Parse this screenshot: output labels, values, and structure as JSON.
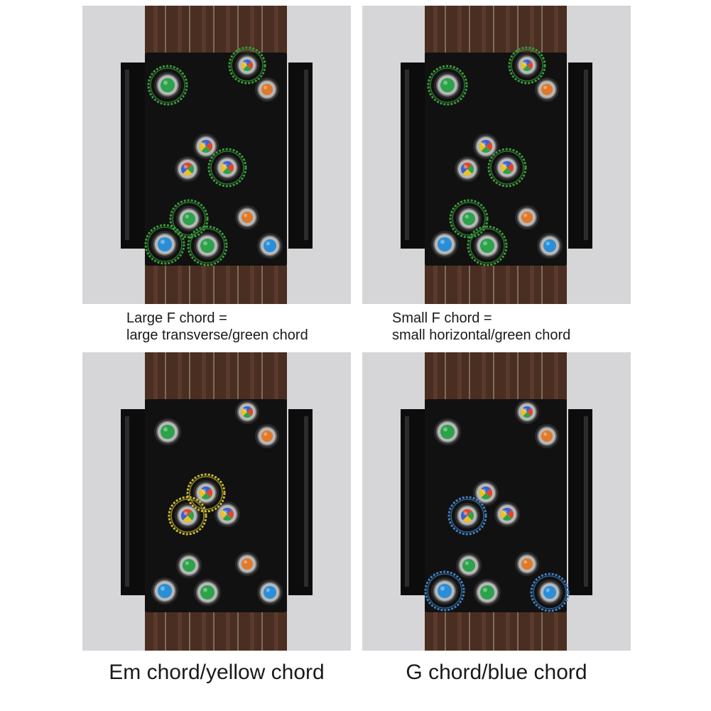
{
  "panels": [
    {
      "id": "large-f",
      "caption": [
        "Large F chord =",
        "large transverse/green chord"
      ],
      "highlight": "#3a9a3a",
      "ring_buttons": [
        "t1",
        "t2",
        "m2",
        "l2",
        "b1",
        "b2"
      ]
    },
    {
      "id": "small-f",
      "caption": [
        "Small F chord =",
        "small horizontal/green chord"
      ],
      "highlight": "#3a9a3a",
      "ring_buttons": [
        "t1",
        "t2",
        "m2",
        "l2",
        "b2"
      ]
    },
    {
      "id": "em",
      "caption": [
        "Em chord/yellow chord"
      ],
      "highlight": "#c8b830",
      "ring_buttons": [
        "m1",
        "m3"
      ]
    },
    {
      "id": "g",
      "caption": [
        "G chord/blue chord"
      ],
      "highlight": "#3f7fc0",
      "ring_buttons": [
        "m3",
        "b3",
        "b4"
      ]
    }
  ],
  "colors": {
    "background": "#d6d6d8",
    "fretboard": "#4a2e22",
    "frets": "#8a7c6a",
    "device": "#111111",
    "button_green": "#2ca24a",
    "button_blue": "#2a8fd8",
    "button_orange": "#e07a2a",
    "button_multi": [
      "#e0452c",
      "#2ca24a",
      "#f0c020",
      "#3a60d0"
    ]
  }
}
